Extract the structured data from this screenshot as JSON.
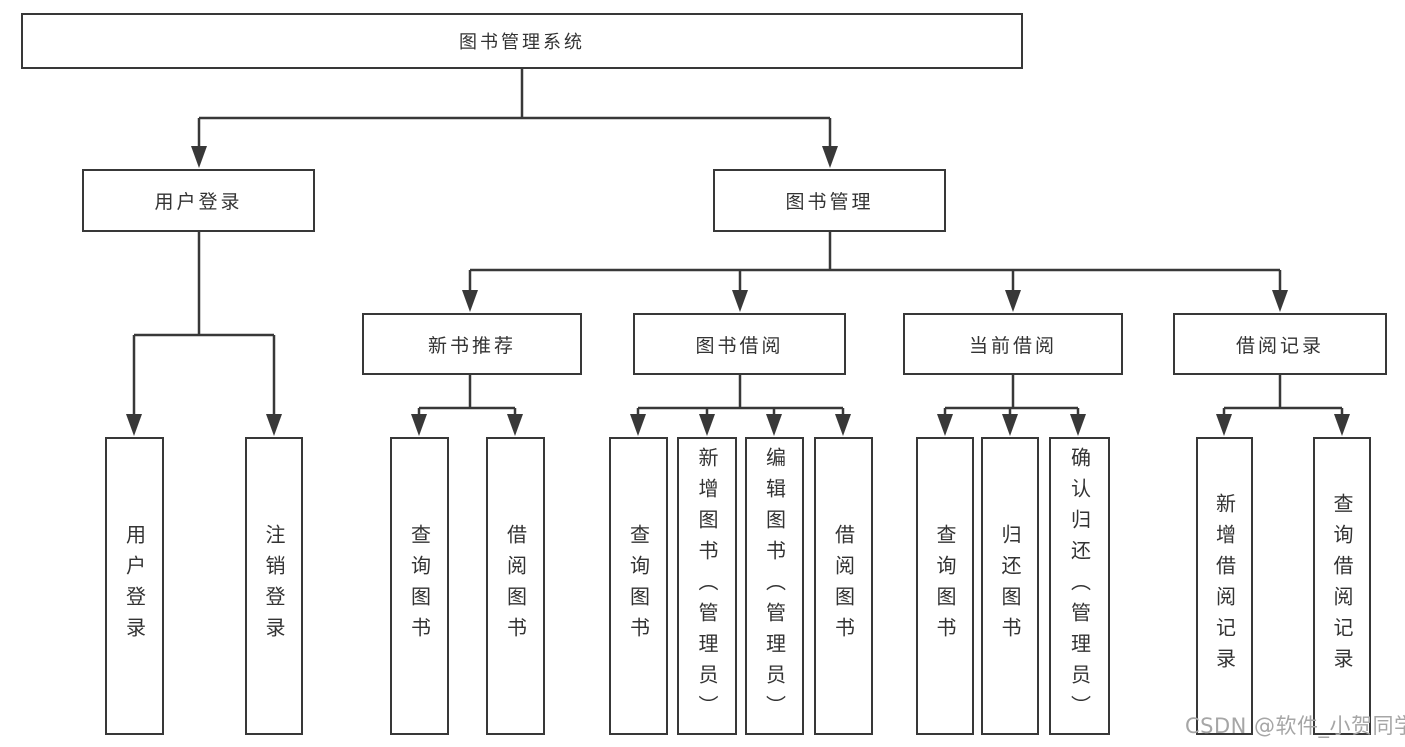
{
  "diagram_type": "hierarchy-tree",
  "tree": {
    "label": "图书管理系统",
    "children": [
      {
        "label": "用户登录",
        "children": [
          {
            "label": "用户登录"
          },
          {
            "label": "注销登录"
          }
        ]
      },
      {
        "label": "图书管理",
        "children": [
          {
            "label": "新书推荐",
            "children": [
              {
                "label": "查询图书"
              },
              {
                "label": "借阅图书"
              }
            ]
          },
          {
            "label": "图书借阅",
            "children": [
              {
                "label": "查询图书"
              },
              {
                "label": "新增图书（管理员）"
              },
              {
                "label": "编辑图书（管理员）"
              },
              {
                "label": "借阅图书"
              }
            ]
          },
          {
            "label": "当前借阅",
            "children": [
              {
                "label": "查询图书"
              },
              {
                "label": "归还图书"
              },
              {
                "label": "确认归还（管理员）"
              }
            ]
          },
          {
            "label": "借阅记录",
            "children": [
              {
                "label": "新增借阅记录"
              },
              {
                "label": "查询借阅记录"
              }
            ]
          }
        ]
      }
    ]
  },
  "watermark": "CSDN @软件_小贺同学",
  "colors": {
    "line": "#383838",
    "box_border": "#383838",
    "text": "#333333",
    "background": "#ffffff",
    "watermark": "#a6a6a6"
  }
}
